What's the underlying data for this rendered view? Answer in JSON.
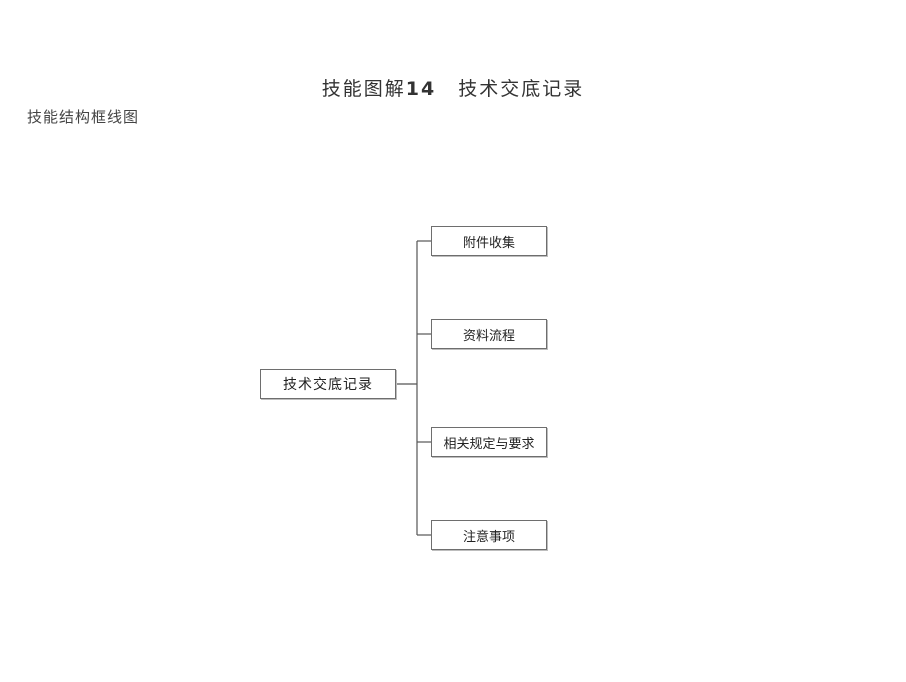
{
  "header": {
    "title_prefix": "技能图解",
    "title_number": "14",
    "title_text": "技术交底记录",
    "subtitle": "技能结构框线图"
  },
  "diagram": {
    "root": "技术交底记录",
    "children": [
      {
        "label": "附件收集"
      },
      {
        "label": "资料流程"
      },
      {
        "label": "相关规定与要求"
      },
      {
        "label": "注意事项"
      }
    ]
  }
}
